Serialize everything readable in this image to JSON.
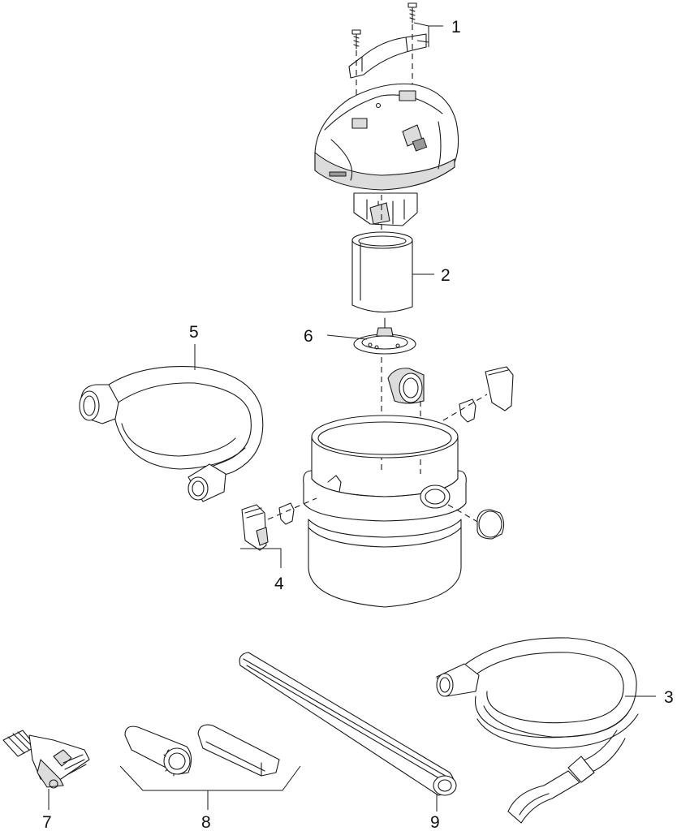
{
  "callouts": [
    "1",
    "2",
    "3",
    "4",
    "5",
    "6",
    "7",
    "8",
    "9"
  ]
}
